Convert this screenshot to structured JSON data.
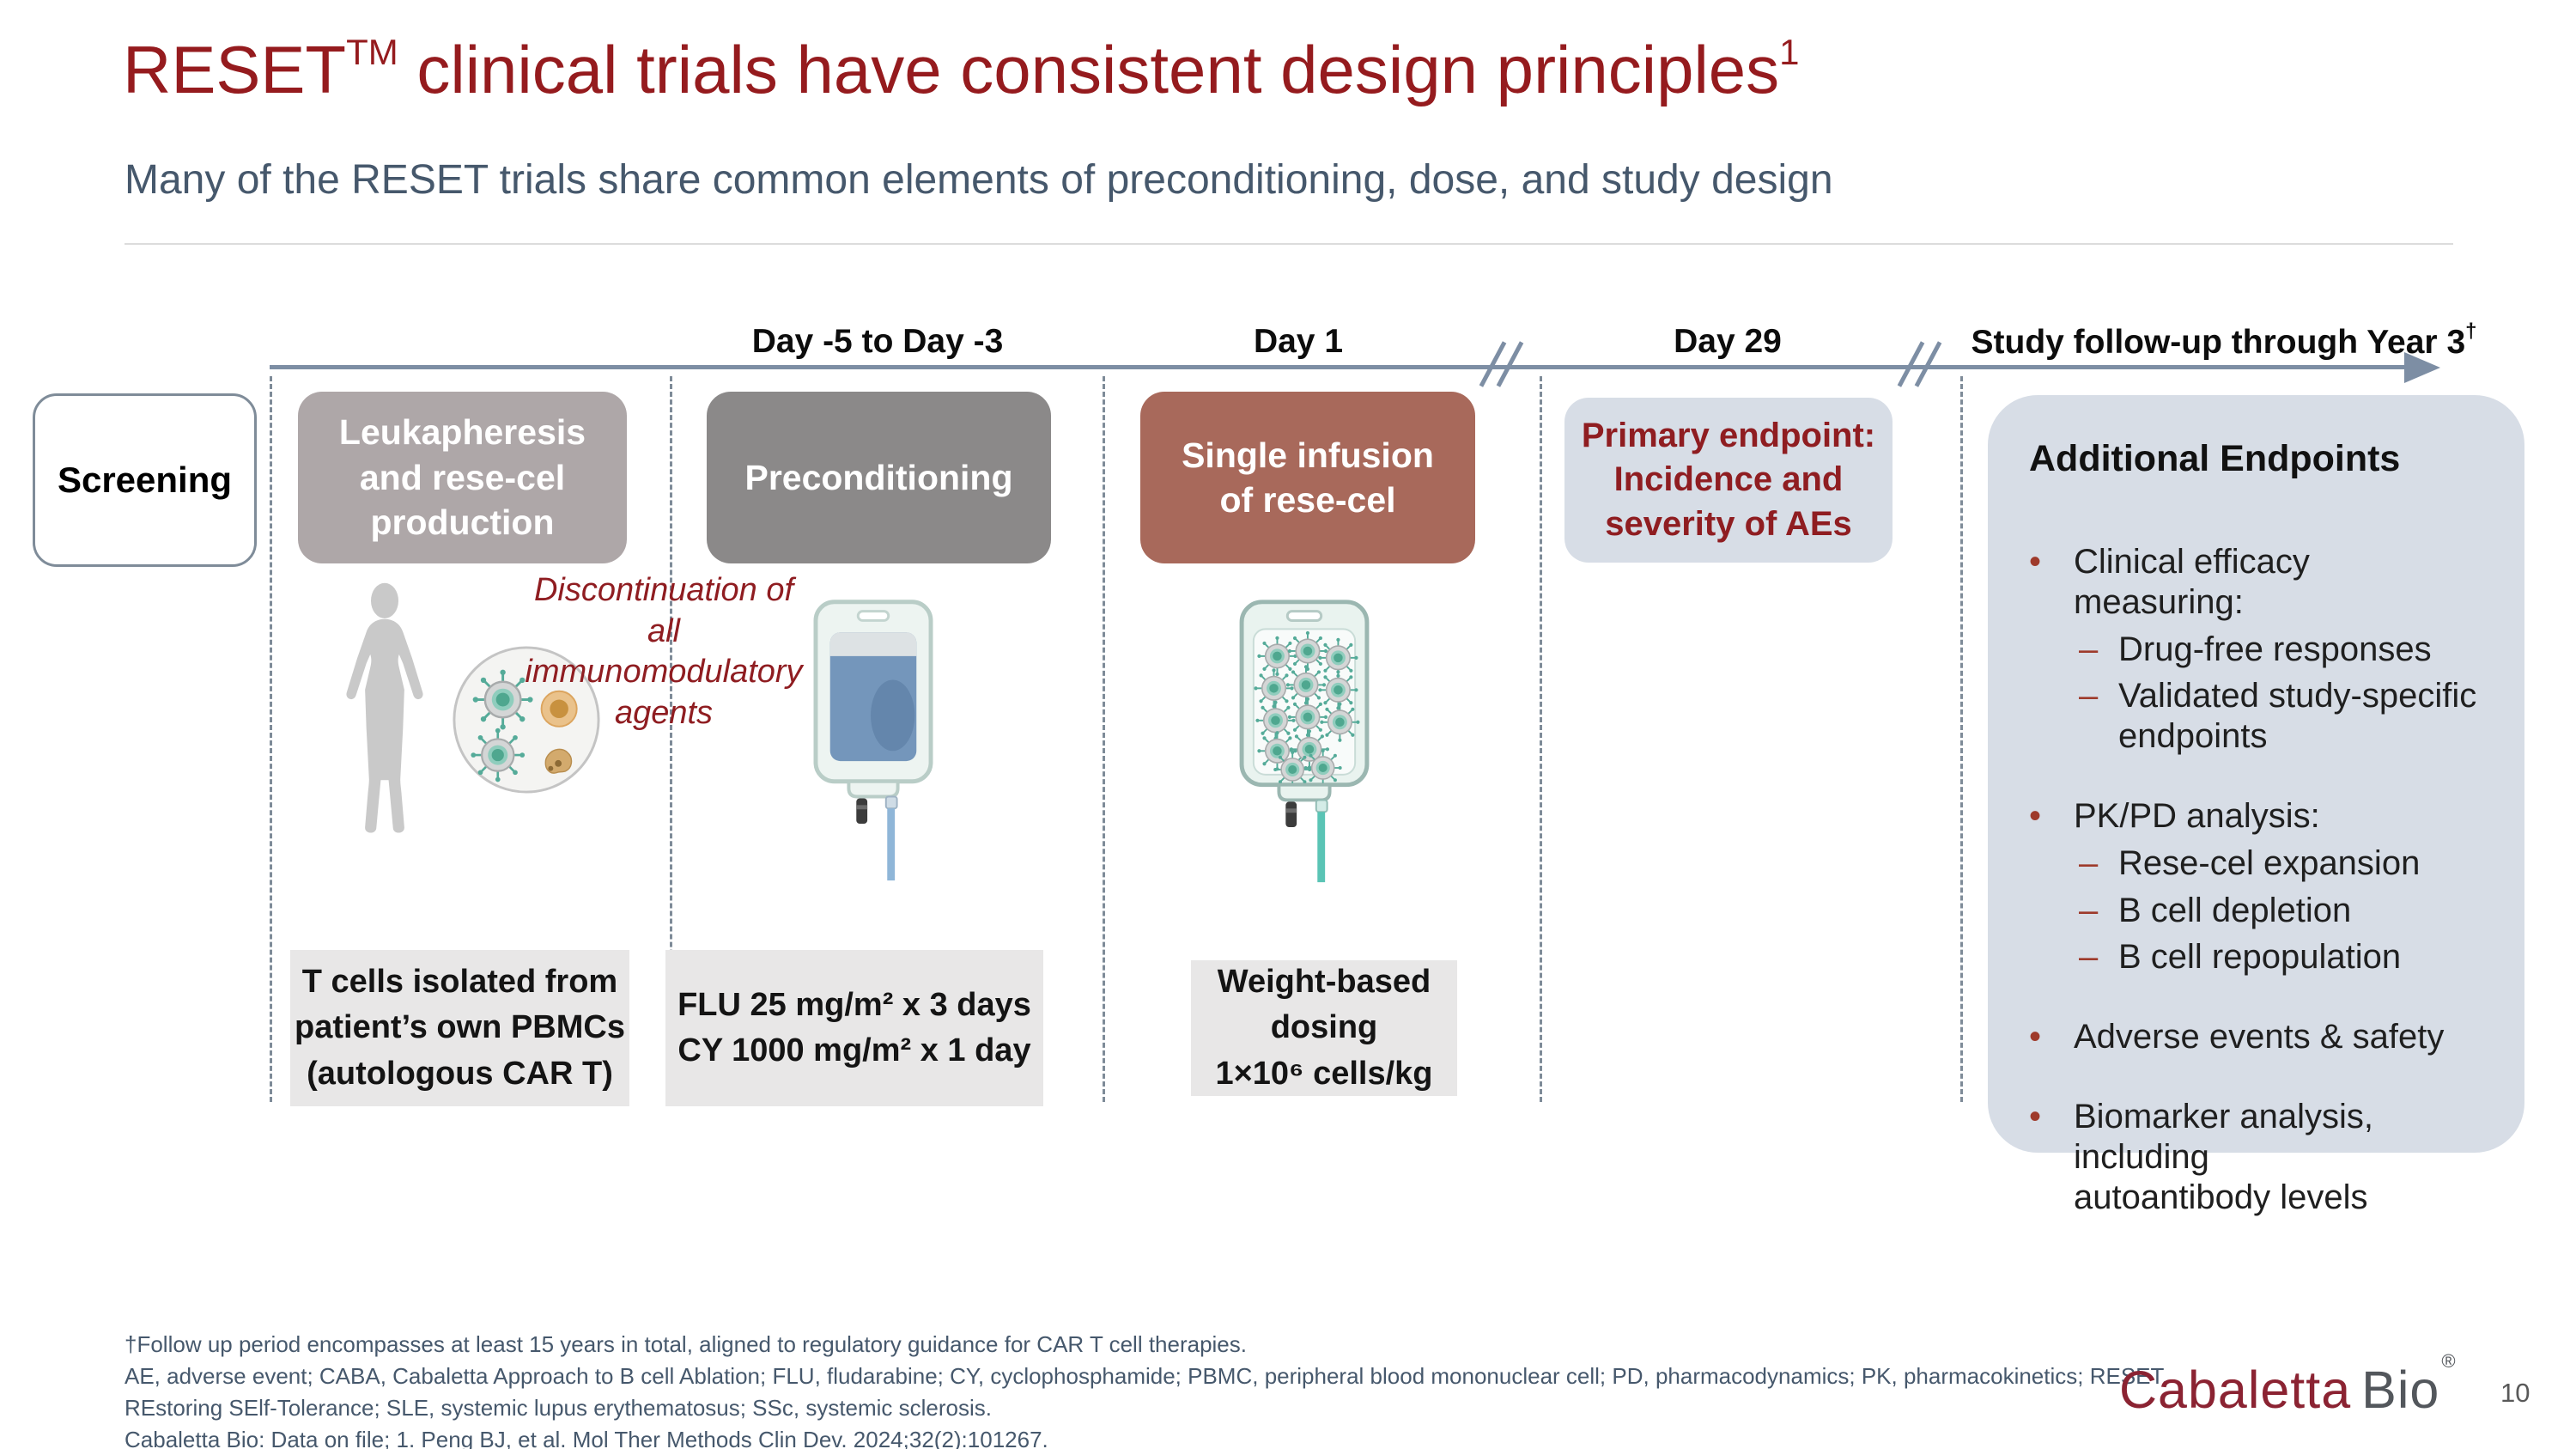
{
  "title": {
    "main": "RESET",
    "tm": "TM",
    "rest": " clinical trials have consistent design principles",
    "ref": "1"
  },
  "subtitle": "Many of the RESET trials share common elements of preconditioning, dose, and study design",
  "timeline": {
    "day_range": "Day -5 to Day -3",
    "day_1": "Day 1",
    "day_29": "Day 29",
    "followup": "Study follow-up through Year 3",
    "dagger": "†"
  },
  "stages": {
    "screening": "Screening",
    "leukapheresis": "Leukapheresis\nand rese-cel\nproduction",
    "preconditioning": "Preconditioning",
    "infusion": "Single infusion\nof rese-cel",
    "primary_endpoint": "Primary endpoint:\nIncidence and\nseverity of AEs"
  },
  "annotations": {
    "discontinuation": "Discontinuation of all\nimmunomodulatory\nagents"
  },
  "dosing": {
    "t_cells": "T cells isolated from\npatient’s own PBMCs\n(autologous CAR T)",
    "flu_cy": "FLU 25 mg/m² x 3 days\nCY 1000 mg/m² x 1 day",
    "weight": "Weight-based\ndosing\n1×10⁶ cells/kg"
  },
  "additional_endpoints": {
    "header": "Additional Endpoints",
    "items": [
      {
        "label": "Clinical efficacy measuring:",
        "subs": [
          "Drug-free responses",
          "Validated study-specific\nendpoints"
        ]
      },
      {
        "label": "PK/PD analysis:",
        "subs": [
          "Rese-cel expansion",
          "B cell depletion",
          "B cell repopulation"
        ]
      },
      {
        "label": "Adverse events & safety",
        "subs": []
      },
      {
        "label": "Biomarker analysis, including\nautoantibody levels",
        "subs": []
      }
    ]
  },
  "footnotes": {
    "lines": [
      "†Follow up period encompasses at least 15 years in total, aligned to regulatory guidance for CAR T cell therapies.",
      "AE, adverse event; CABA, Cabaletta Approach to B cell Ablation; FLU, fludarabine; CY, cyclophosphamide; PBMC, peripheral blood mononuclear cell; PD, pharmacodynamics; PK, pharmacokinetics; RESET,",
      "REstoring SElf-Tolerance; SLE, systemic lupus erythematosus; SSc, systemic sclerosis.",
      "Cabaletta Bio: Data on file; 1. Peng BJ, et al. Mol Ther Methods Clin Dev. 2024;32(2):101267."
    ]
  },
  "footer": {
    "brand_primary": "Cabaletta",
    "brand_secondary": "Bio",
    "registered": "®",
    "page_number": "10"
  },
  "colors": {
    "accent_red": "#951b1e",
    "slate_text": "#46586c",
    "stage_gray": "#aea7a8",
    "stage_dark_gray": "#8b8989",
    "stage_terracotta": "#a8695b",
    "panel_blue_gray": "#d7dde6",
    "dose_box_gray": "#e8e7e7",
    "timeline_arrow": "#7d8ea4",
    "bullet_red": "#9e3a2b",
    "cell_teal": "#6fbfae",
    "logo_red": "#8b2332",
    "logo_gray": "#53575c"
  }
}
